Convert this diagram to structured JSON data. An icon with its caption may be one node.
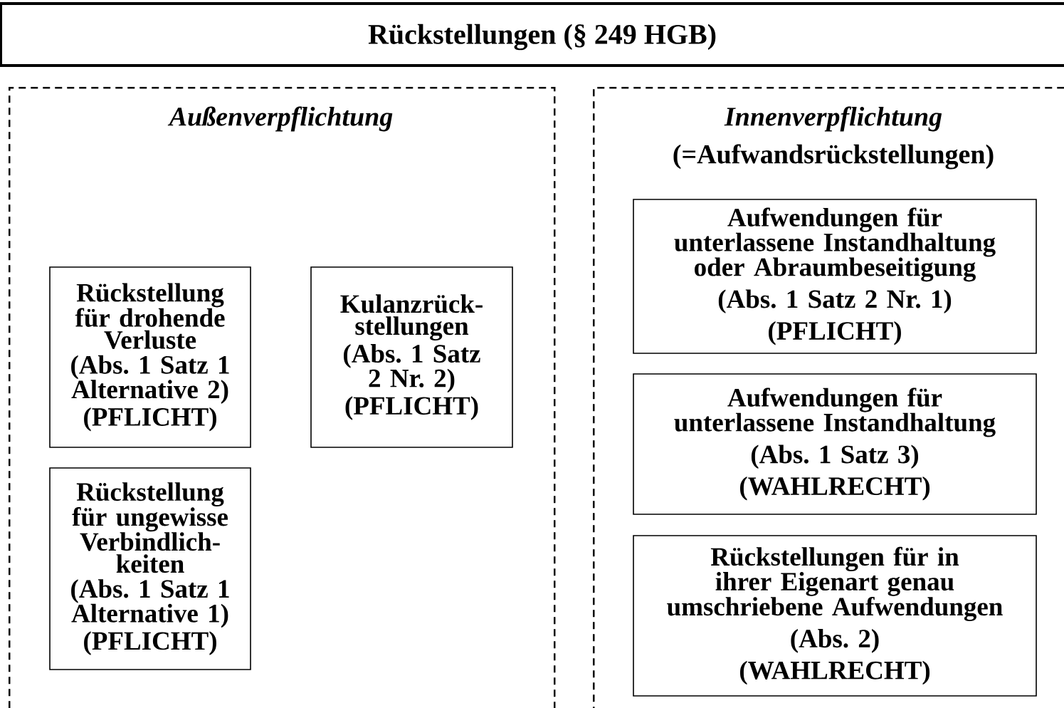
{
  "diagram": {
    "title": "Rückstellungen (§ 249 HGB)",
    "nodes": [
      {
        "text": [
          "Außenverpflichtung"
        ]
      },
      {
        "text": [
          "Rückstellung für drohende Verluste",
          "(Abs. 1 Satz 1 Alternative 2)",
          "(PFLICHT)"
        ],
        "in": 0
      },
      {
        "text": [
          "Kulanzrück- stellungen",
          "(Abs. 1 Satz 2 Nr. 2)",
          "(PFLICHT)"
        ],
        "in": 0
      },
      {
        "text": [
          "Rückstellung für ungewisse Verbindlich- keiten",
          "(Abs. 1 Satz 1 Alternative 1)",
          "(PFLICHT)"
        ],
        "in": 0
      },
      {
        "text": [
          "Innenverpflichtung",
          "(=Aufwandsrückstellungen)"
        ]
      },
      {
        "text": [
          "Aufwendungen für unterlassene Instandhaltung oder Abraumbeseitigung",
          "(Abs. 1 Satz 2 Nr. 1)",
          "(PFLICHT)"
        ],
        "in": 4
      },
      {
        "text": [
          "Aufwendungen für unterlassene Instandhaltung",
          "(Abs. 1 Satz 3)",
          "(WAHLRECHT)"
        ],
        "in": 4
      },
      {
        "text": [
          "Rückstellungen für in ihrer Eigenart genau umschriebene Aufwendungen",
          "(Abs. 2)",
          "(WAHLRECHT)"
        ],
        "in": 4
      }
    ]
  }
}
